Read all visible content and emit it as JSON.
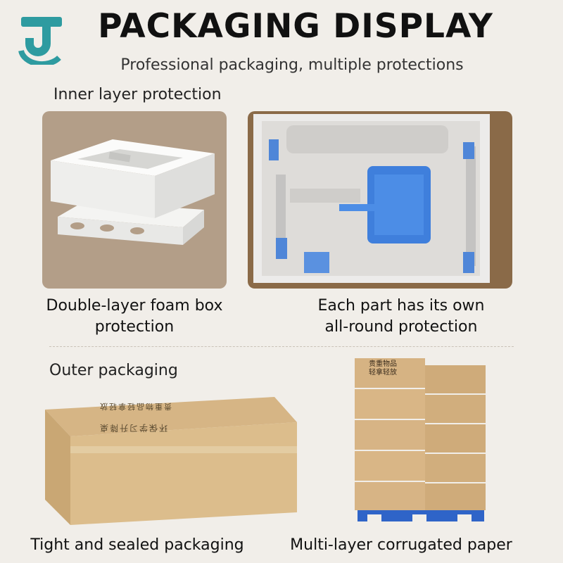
{
  "header": {
    "title": "PACKAGING DISPLAY",
    "subtitle": "Professional packaging, multiple protections"
  },
  "brand": {
    "logo_icon": "j-letter-logo-icon",
    "accent_color": "#2e9ba0"
  },
  "inner": {
    "label": "Inner layer protection",
    "left_caption_line1": "Double-layer foam box",
    "left_caption_line2": "protection",
    "right_caption_line1": "Each part has its own",
    "right_caption_line2": "all-round protection"
  },
  "outer": {
    "label": "Outer packaging",
    "box_print_line1": "贵重物品轻拿轻放",
    "box_print_line2": "环保学习升降桌",
    "left_caption": "Tight and sealed packaging",
    "right_caption": "Multi-layer corrugated paper",
    "carton_line1": "贵重物品",
    "carton_line2": "轻拿轻放"
  }
}
